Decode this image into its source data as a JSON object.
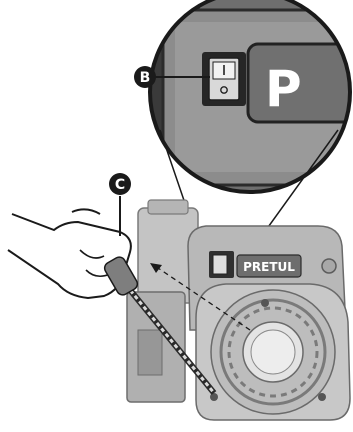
{
  "callouts": {
    "b_label": "B",
    "c_label": "C"
  },
  "engine": {
    "brand": "PRETUL",
    "zoom_brand_letter": "P"
  },
  "icons": {
    "switch": "rocker-switch-icon",
    "hand": "hand-icon",
    "arrow": "dashed-arrow-icon"
  }
}
